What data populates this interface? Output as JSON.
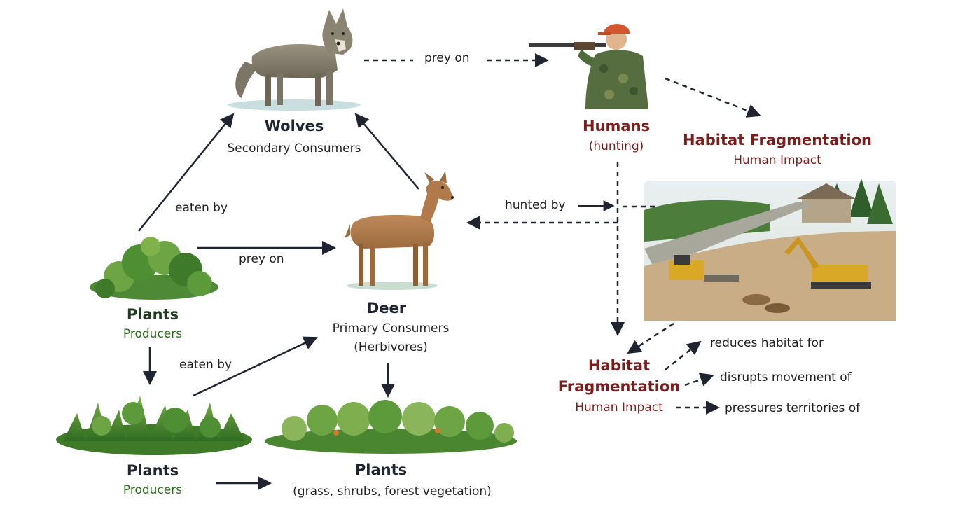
{
  "nodes": {
    "wolves": {
      "title": "Wolves",
      "subtitle": "Secondary Consumers"
    },
    "humans": {
      "title": "Humans",
      "subtitle": "(hunting)"
    },
    "habitat_top": {
      "title": "Habitat Fragmentation",
      "subtitle": "Human Impact"
    },
    "deer": {
      "title": "Deer",
      "subtitle": "Primary Consumers",
      "subtitle2": "(Herbivores)"
    },
    "plants_left": {
      "title": "Plants",
      "subtitle": "Producers"
    },
    "plants_bottom_left": {
      "title": "Plants",
      "subtitle": "Producers"
    },
    "plants_bottom_center": {
      "title": "Plants",
      "subtitle": "(grass, shrubs, forest vegetation)"
    },
    "habitat_bottom": {
      "title1": "Habitat",
      "title2": "Fragmentation",
      "subtitle": "Human Impact"
    }
  },
  "edges": {
    "wolves_humans": "prey on",
    "plants_wolves": "eaten by",
    "plants_deer": "prey on",
    "hunted_by": "hunted by",
    "plants2_deer": "eaten by",
    "reduces": "reduces habitat for",
    "disrupts": "disrupts movement of",
    "pressures": "pressures territories of"
  },
  "colors": {
    "dark": "#1f2430",
    "green": "#2d6a1f",
    "red": "#7a1d1d"
  }
}
